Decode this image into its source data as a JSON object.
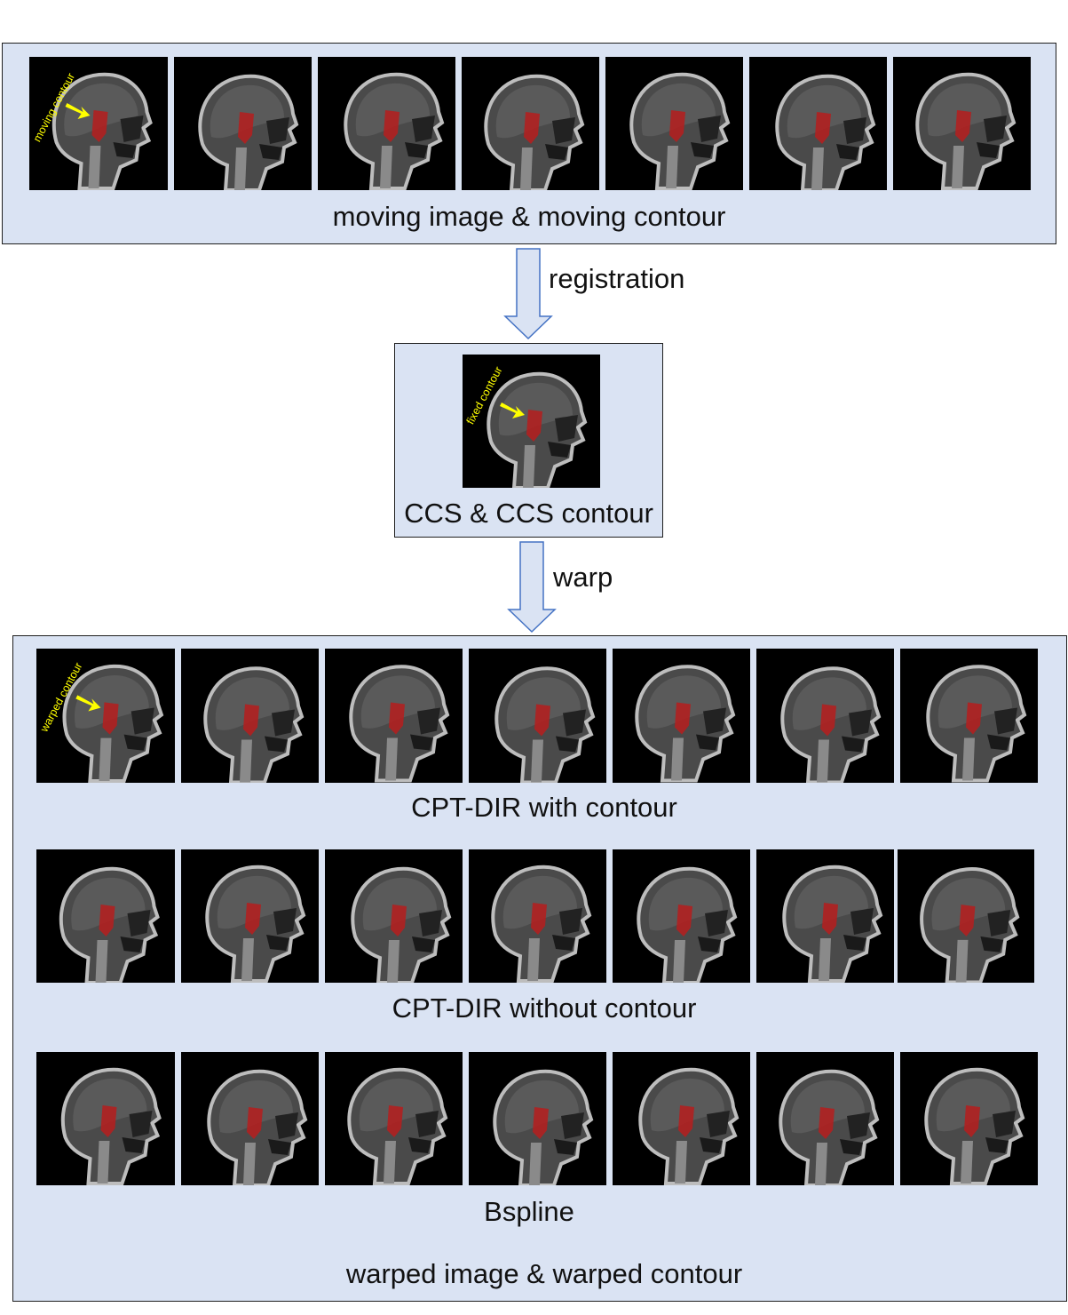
{
  "moving_panel": {
    "caption": "moving image & moving contour",
    "annotation": "moving contour",
    "tile_count": 7
  },
  "registration_label": "registration",
  "ccs_panel": {
    "caption": "CCS & CCS contour",
    "annotation": "fixed contour"
  },
  "warp_label": "warp",
  "warped_panel": {
    "rows": [
      {
        "caption": "CPT-DIR with contour",
        "annotation": "warped contour"
      },
      {
        "caption": "CPT-DIR without contour"
      },
      {
        "caption": "Bspline"
      }
    ],
    "footer": "warped image & warped contour"
  },
  "colors": {
    "panel_fill": "#dae3f3",
    "arrow_fill": "#dae3f3",
    "arrow_stroke": "#4472c4",
    "contour": "#b02020",
    "annotation": "#ffff00"
  }
}
